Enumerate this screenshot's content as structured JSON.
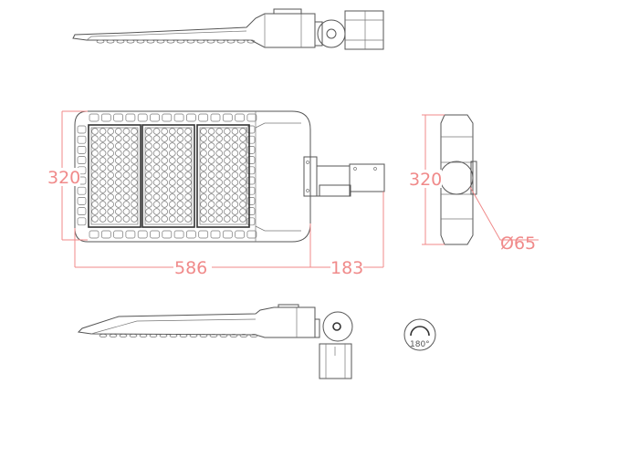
{
  "drawing": {
    "views": [
      "top-side-view",
      "front-view",
      "right-end-view",
      "bottom-side-view",
      "rotation-indicator"
    ],
    "dimensions": {
      "front_height": "320",
      "body_length": "586",
      "bracket_length": "183",
      "end_height": "320",
      "clamp_diameter": "Ø65"
    },
    "rotation_label": "180°",
    "colors": {
      "outline": "#555555",
      "dimension": "#f08a8a"
    }
  }
}
